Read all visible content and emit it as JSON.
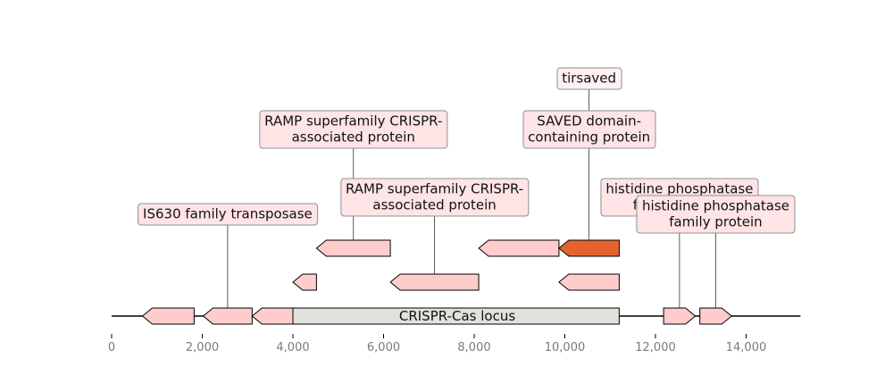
{
  "locus": {
    "label": "CRISPR-Cas locus",
    "start": 4000,
    "end": 11200,
    "fill": "#e2e2dc"
  },
  "axis": {
    "min": 0,
    "max": 15200,
    "ticks": [
      {
        "value": 0,
        "label": "0"
      },
      {
        "value": 2000,
        "label": "2,000"
      },
      {
        "value": 4000,
        "label": "4,000"
      },
      {
        "value": 6000,
        "label": "6,000"
      },
      {
        "value": 8000,
        "label": "8,000"
      },
      {
        "value": 10000,
        "label": "10,000"
      },
      {
        "value": 12000,
        "label": "12,000"
      },
      {
        "value": 14000,
        "label": "14,000"
      }
    ]
  },
  "colors": {
    "gene": "#ffcccc",
    "highlight": "#e6632e",
    "outline": "#000000"
  },
  "genes": [
    {
      "start": 680,
      "end": 1820,
      "strand": -1,
      "row": 0,
      "label": "",
      "highlight": false
    },
    {
      "start": 2020,
      "end": 3100,
      "strand": -1,
      "row": 0,
      "label": "IS630 family transposase",
      "label_level": 1,
      "highlight": false
    },
    {
      "start": 3100,
      "end": 4000,
      "strand": -1,
      "row": 0,
      "label": "",
      "highlight": false
    },
    {
      "start": 4000,
      "end": 4520,
      "strand": -1,
      "row": 1,
      "label": "",
      "highlight": false
    },
    {
      "start": 4520,
      "end": 6150,
      "strand": -1,
      "row": 2,
      "label": "RAMP superfamily CRISPR-\nassociated protein",
      "label_level": 3,
      "highlight": false
    },
    {
      "start": 6150,
      "end": 8100,
      "strand": -1,
      "row": 1,
      "label": "RAMP superfamily CRISPR-\nassociated protein",
      "label_level": 2,
      "highlight": false
    },
    {
      "start": 8100,
      "end": 9870,
      "strand": -1,
      "row": 2,
      "label": "",
      "highlight": false
    },
    {
      "start": 9870,
      "end": 11200,
      "strand": -1,
      "row": 1,
      "label": "",
      "highlight": false
    },
    {
      "start": 9870,
      "end": 11200,
      "strand": -1,
      "row": 2,
      "label": "SAVED domain-\ncontaining protein",
      "label_level": 3,
      "highlight": true
    },
    {
      "start": 12180,
      "end": 12880,
      "strand": 1,
      "row": 0,
      "label": "histidine phosphatase\nfamily protein",
      "label_level": 2,
      "highlight": false
    },
    {
      "start": 12980,
      "end": 13680,
      "strand": 1,
      "row": 0,
      "label": "histidine phosphatase\nfamily protein",
      "label_level": 1,
      "highlight": false
    }
  ],
  "extra_labels": [
    {
      "text": "tirsaved",
      "gene_index": 8,
      "label_level": 4
    }
  ]
}
